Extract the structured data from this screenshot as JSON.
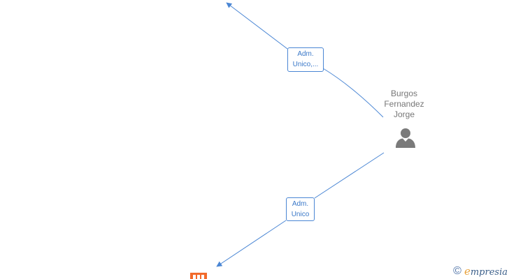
{
  "person": {
    "name_lines": [
      "Burgos",
      "Fernandez",
      "Jorge"
    ],
    "icon": "person-icon"
  },
  "edges": {
    "top": {
      "label_lines": [
        "Adm.",
        "Unico,..."
      ]
    },
    "bottom": {
      "label_lines": [
        "Adm.",
        "Unico"
      ]
    }
  },
  "company": {
    "icon": "building-icon",
    "color": "#f26a2b"
  },
  "watermark": {
    "copyright_symbol": "©",
    "brand_initial": "e",
    "brand_rest": "mpresia"
  },
  "colors": {
    "edge": "#4a86d4",
    "label_text": "#3a78c8",
    "person_icon": "#7a7a7a"
  }
}
